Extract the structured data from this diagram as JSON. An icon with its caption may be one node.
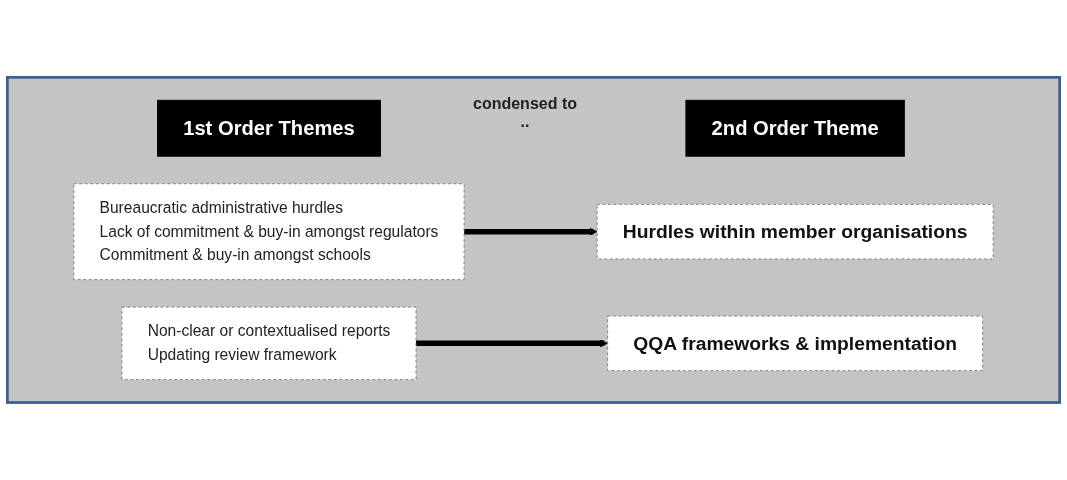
{
  "diagram": {
    "nodes": [
      {
        "text": [],
        "shape": "box"
      },
      {
        "text": [
          "1st Order Themes"
        ],
        "in": 0
      },
      {
        "text": [
          "Bureaucratic administrative hurdles",
          "Lack of commitment & buy-in amongst regulators",
          "Commitment & buy-in amongst schools"
        ],
        "in": 0
      },
      {
        "text": [
          "Non-clear or contextualised reports",
          "Updating review framework"
        ],
        "in": 0
      },
      {
        "text": [
          "2nd Order Theme"
        ],
        "in": 0
      },
      {
        "text": [
          "Hurdles within member organisations"
        ],
        "in": 0
      },
      {
        "text": [
          "QQA frameworks & implementation"
        ],
        "in": 0
      }
    ],
    "edges": [
      {
        "from": 2,
        "to": 5,
        "arrow": "to"
      },
      {
        "from": 3,
        "to": 6,
        "arrow": "to"
      }
    ],
    "labels": [
      "condensed to .."
    ]
  }
}
